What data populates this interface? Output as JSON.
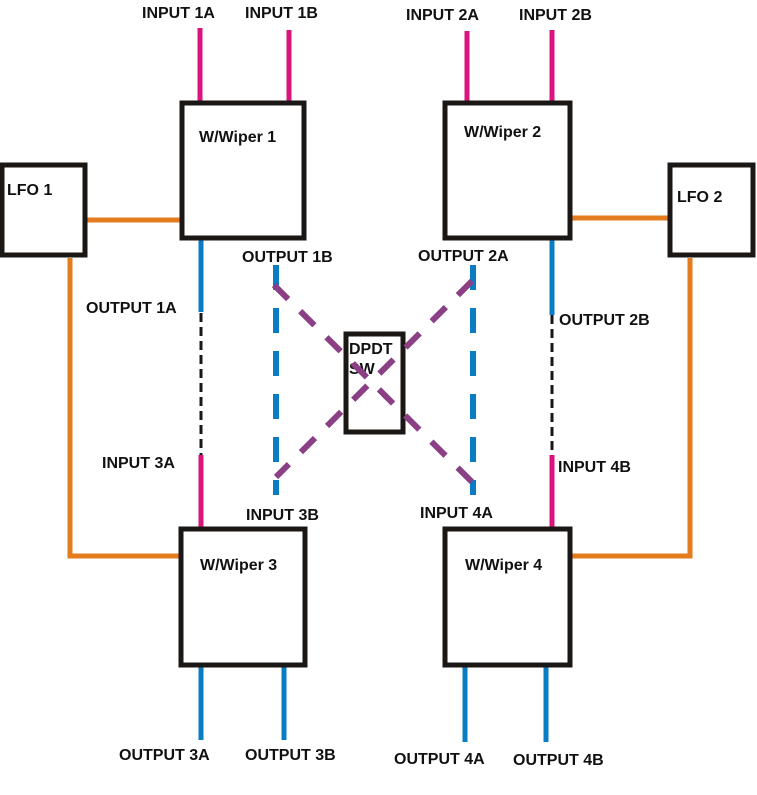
{
  "colors": {
    "input": "#d9147c",
    "output": "#0a7cc4",
    "lfo": "#e47b1e",
    "switch": "#8b3f84",
    "patch": "#1a1714",
    "box": "#1a1714"
  },
  "blocks": {
    "wiper1": "W/Wiper 1",
    "wiper2": "W/Wiper 2",
    "wiper3": "W/Wiper 3",
    "wiper4": "W/Wiper 4",
    "lfo1": "LFO 1",
    "lfo2": "LFO 2",
    "dpdt_line1": "DPDT",
    "dpdt_line2": "SW"
  },
  "labels": {
    "input_1a": "INPUT 1A",
    "input_1b": "INPUT 1B",
    "input_2a": "INPUT 2A",
    "input_2b": "INPUT 2B",
    "output_1a": "OUTPUT 1A",
    "output_1b": "OUTPUT 1B",
    "output_2a": "OUTPUT 2A",
    "output_2b": "OUTPUT 2B",
    "input_3a": "INPUT  3A",
    "input_3b": "INPUT  3B",
    "input_4a": "INPUT  4A",
    "input_4b": "INPUT 4B",
    "output_3a": "OUTPUT 3A",
    "output_3b": "OUTPUT 3B",
    "output_4a": "OUTPUT 4A",
    "output_4b": "OUTPUT 4B"
  }
}
